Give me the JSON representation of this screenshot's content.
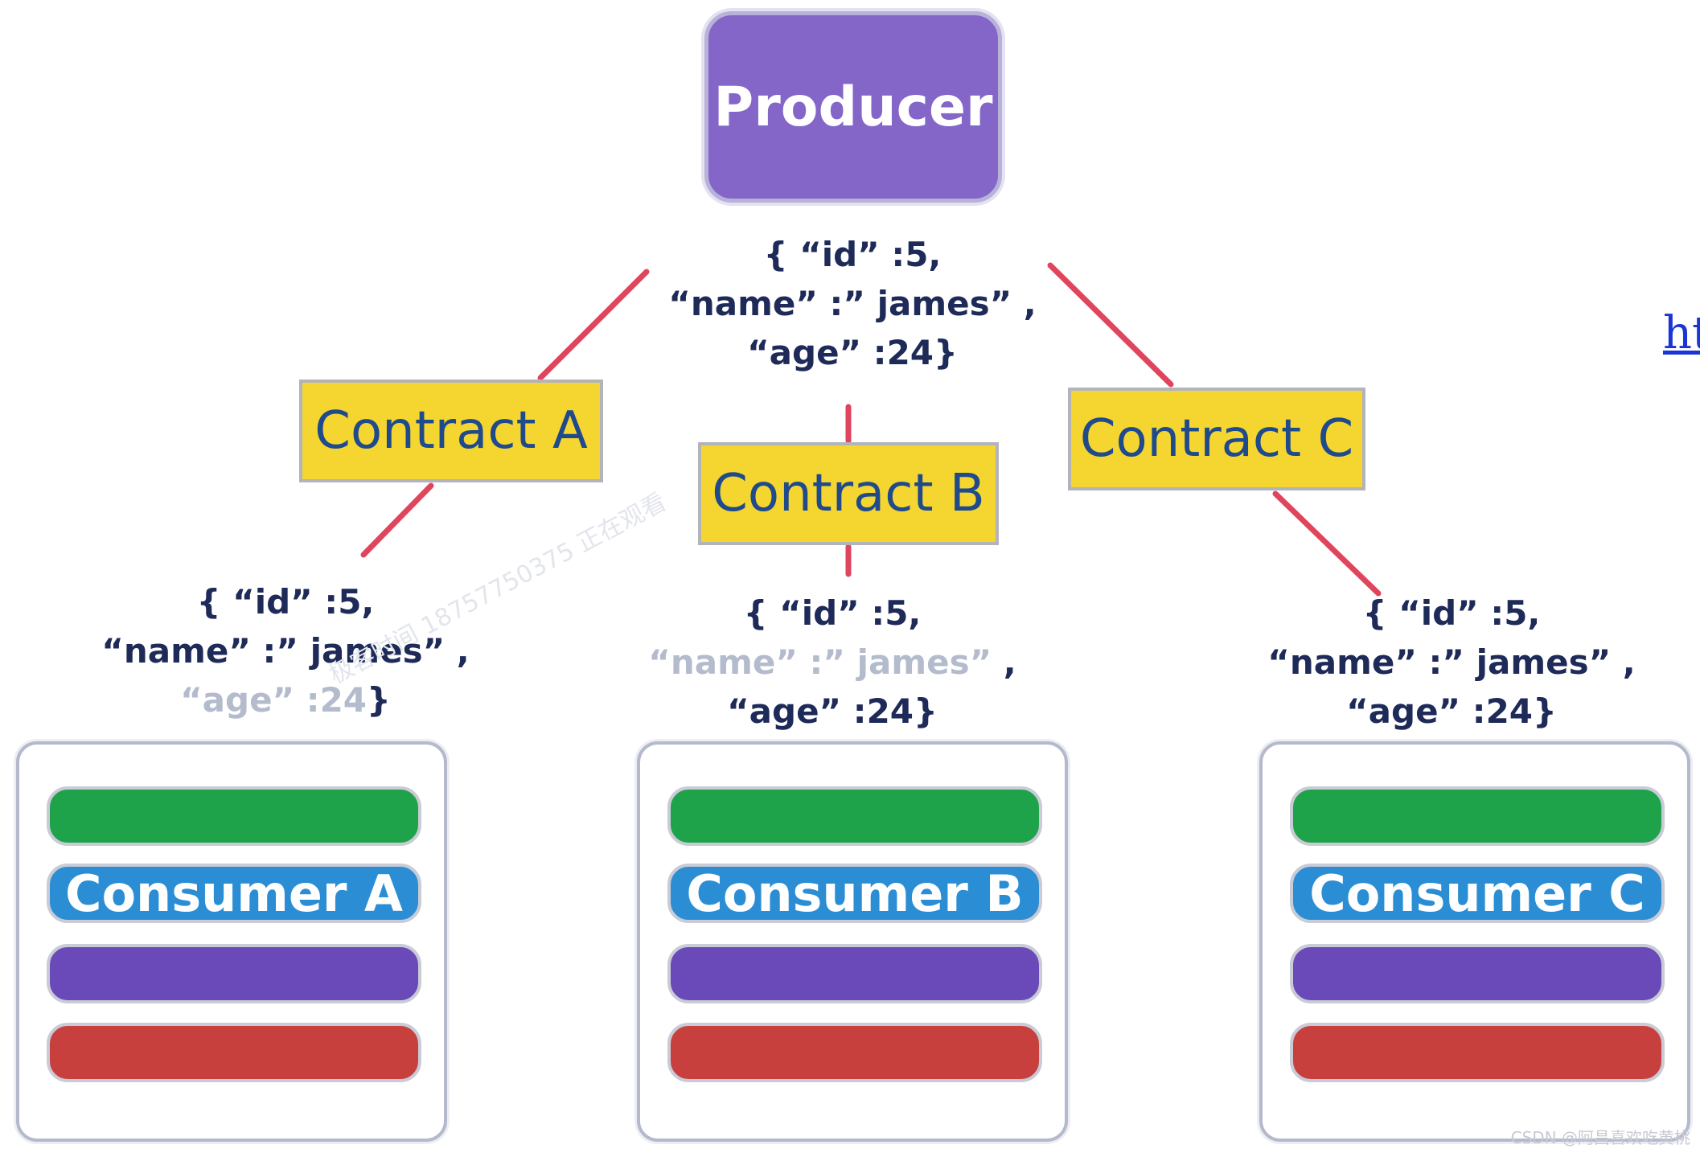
{
  "producer": {
    "label": "Producer"
  },
  "contracts": [
    {
      "label": "Contract A"
    },
    {
      "label": "Contract B"
    },
    {
      "label": "Contract C"
    }
  ],
  "payload_top": {
    "line1": "{ “id” :5,",
    "line2": "“name” :” james” ,",
    "line3": "“age” :24}"
  },
  "payload_a": {
    "line1": "{ “id” :5,",
    "line2": "“name” :” james” ,",
    "line3_prefix": "“age” :24",
    "line3_suffix": "}"
  },
  "payload_b": {
    "line1": "{ “id” :5,",
    "line2_faded": "“name” :” james”",
    "line2_suffix": " ,",
    "line3": "“age” :24}"
  },
  "payload_c": {
    "line1": "{ “id” :5,",
    "line2": "“name” :” james” ,",
    "line3": "“age” :24}"
  },
  "consumers": [
    {
      "label": "Consumer A"
    },
    {
      "label": "Consumer B"
    },
    {
      "label": "Consumer C"
    }
  ],
  "cut_off_link": "ht",
  "watermark": "极客时间 18757750375 正在观看",
  "credit": "CSDN @阿昌喜欢吃黄桃",
  "colors": {
    "producer": "#8466c9",
    "contract": "#f5d530",
    "contract_text": "#1f4a8c",
    "connector": "#e0455e",
    "json_text": "#1e2a58",
    "json_faded": "#b3bbcc",
    "layer_green": "#1fa34a",
    "layer_blue": "#2b8ed4",
    "layer_purple": "#6a49b8",
    "layer_red": "#c8403d"
  }
}
